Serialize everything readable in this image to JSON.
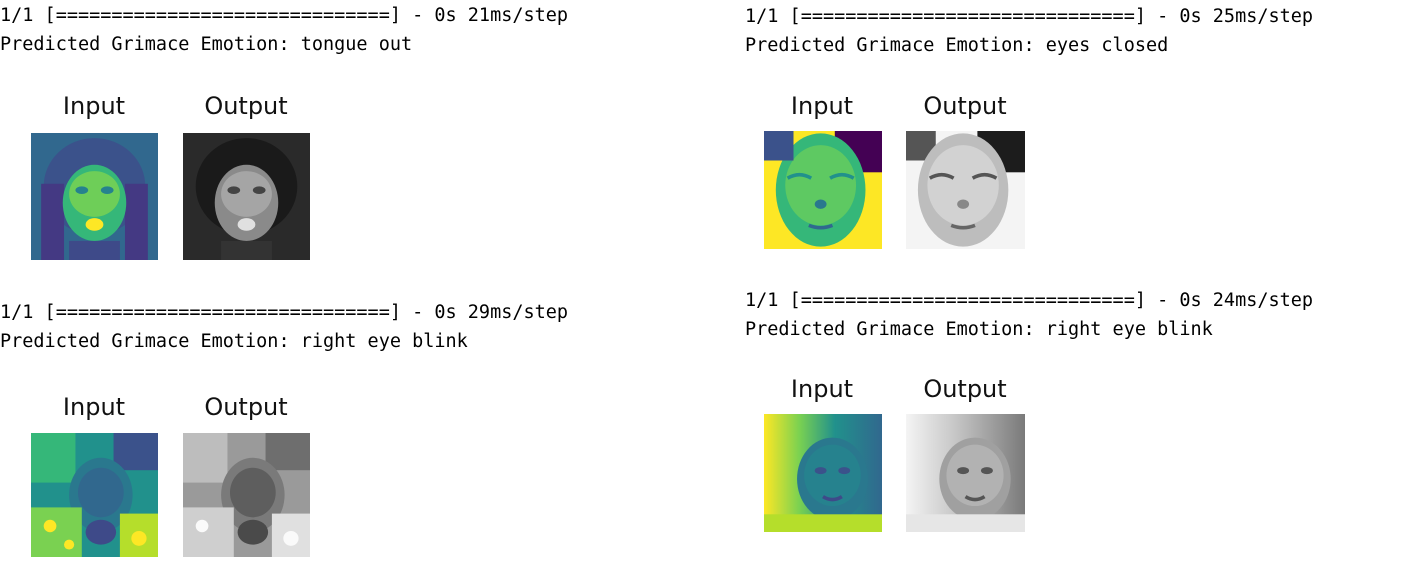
{
  "cells": [
    {
      "progress_line": "1/1 [==============================] - 0s 21ms/step",
      "prediction_line": "Predicted Grimace Emotion: tongue out",
      "input_title": "Input",
      "output_title": "Output",
      "input_image": "face-tongue-out-viridis",
      "output_image": "face-tongue-out-grayscale"
    },
    {
      "progress_line": "1/1 [==============================] - 0s 25ms/step",
      "prediction_line": "Predicted Grimace Emotion: eyes closed",
      "input_title": "Input",
      "output_title": "Output",
      "input_image": "face-eyes-closed-viridis",
      "output_image": "face-eyes-closed-grayscale"
    },
    {
      "progress_line": "1/1 [==============================] - 0s 29ms/step",
      "prediction_line": "Predicted Grimace Emotion: right eye blink",
      "input_title": "Input",
      "output_title": "Output",
      "input_image": "face-right-eye-blink-viridis",
      "output_image": "face-right-eye-blink-grayscale"
    },
    {
      "progress_line": "1/1 [==============================] - 0s 24ms/step",
      "prediction_line": "Predicted Grimace Emotion: right eye blink",
      "input_title": "Input",
      "output_title": "Output",
      "input_image": "baby-face-viridis",
      "output_image": "baby-face-grayscale"
    }
  ],
  "colors": {
    "viridis_dark": "#440154",
    "viridis_blue": "#31688e",
    "viridis_teal": "#21918c",
    "viridis_green": "#35b779",
    "viridis_yellow": "#fde725"
  }
}
